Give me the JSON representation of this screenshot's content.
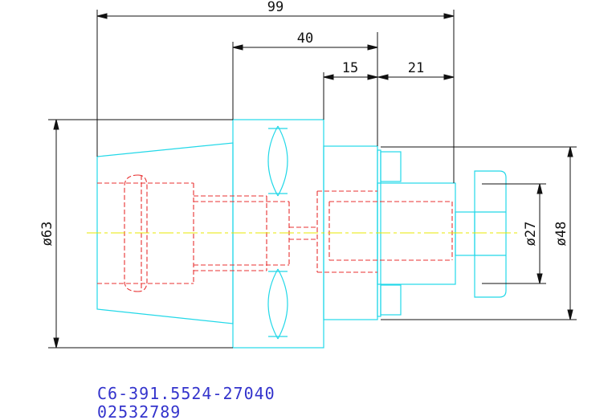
{
  "dimensions": {
    "overall_length": "99",
    "body_length": "40",
    "step_length": "15",
    "shank_length": "21",
    "diameter_body": "ø63",
    "diameter_inner": "ø27",
    "diameter_outer": "ø48"
  },
  "part_number": {
    "line1": "C6-391.5524-27040",
    "line2": "02532789"
  },
  "colors": {
    "outline": "#22d8e8",
    "hidden": "#e83030",
    "centerline": "#e8e800",
    "dimension": "#111111",
    "part_text": "#3333cc"
  }
}
